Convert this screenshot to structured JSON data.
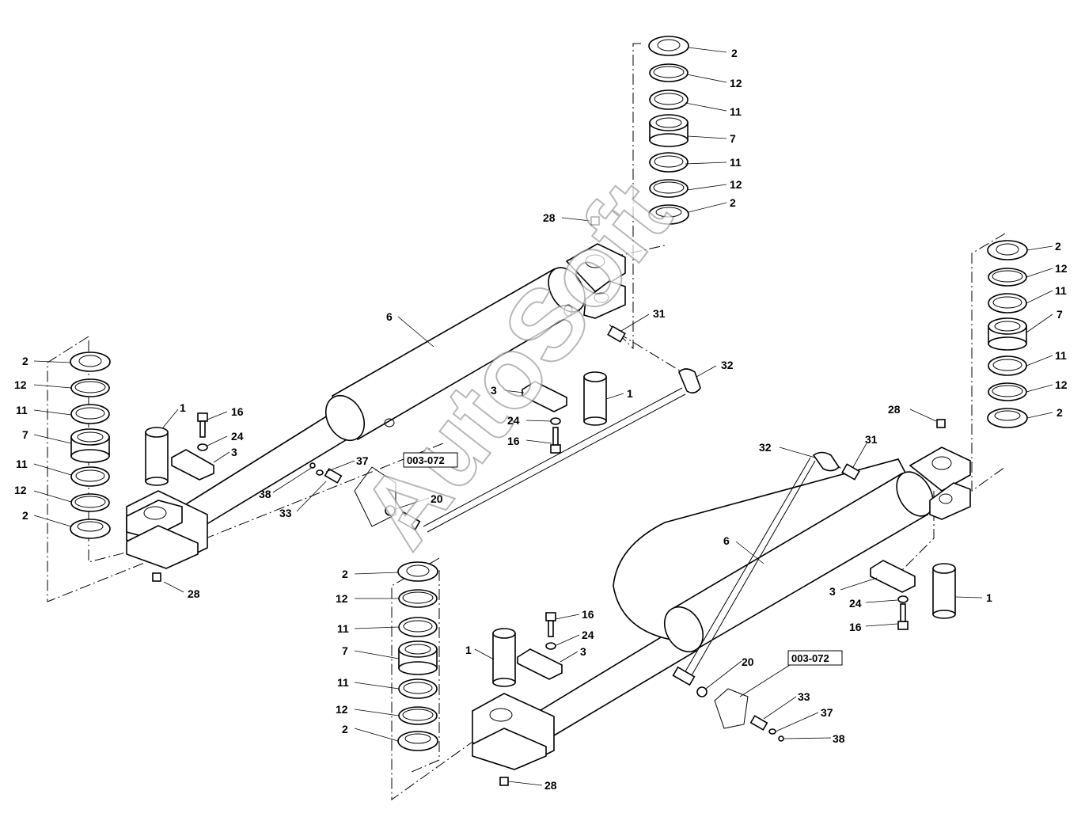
{
  "watermark": "AutoSoft",
  "labels": {
    "a2": "2",
    "a12": "12",
    "a11": "11",
    "a7": "7",
    "a11b": "11",
    "a12b": "12",
    "a2b": "2",
    "a28": "28",
    "a6": "6",
    "a31": "31",
    "a32": "32",
    "a3": "3",
    "a1": "1",
    "a24": "24",
    "a16": "16",
    "b2": "2",
    "b12": "12",
    "b11": "11",
    "b7": "7",
    "b11b": "11",
    "b12b": "12",
    "b2b": "2",
    "b1": "1",
    "b16": "16",
    "b24": "24",
    "b3": "3",
    "b37": "37",
    "b38": "38",
    "b33": "33",
    "b20": "20",
    "b28": "28",
    "c2": "2",
    "c12": "12",
    "c11": "11",
    "c7": "7",
    "c11b": "11",
    "c12b": "12",
    "c2b": "2",
    "c28": "28",
    "c32": "32",
    "c31": "31",
    "c6": "6",
    "c3": "3",
    "c1": "1",
    "c24": "24",
    "c16": "16",
    "d2": "2",
    "d12": "12",
    "d11": "11",
    "d7": "7",
    "d11b": "11",
    "d12b": "12",
    "d2b": "2",
    "d1": "1",
    "d16": "16",
    "d24": "24",
    "d3": "3",
    "d20": "20",
    "d33": "33",
    "d37": "37",
    "d38": "38",
    "d28": "28"
  },
  "refs": {
    "ref_left": "003-072",
    "ref_right": "003-072"
  }
}
